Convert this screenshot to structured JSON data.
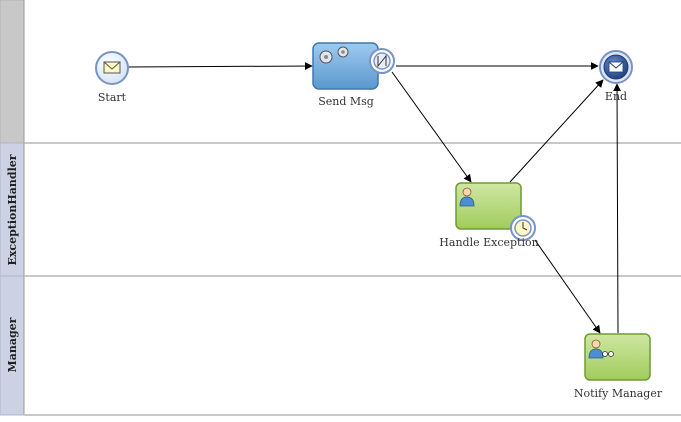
{
  "lanes": [
    {
      "id": "lane-1",
      "label": "",
      "color": "#c8c8c8"
    },
    {
      "id": "lane-2",
      "label": "ExceptionHandler",
      "color": "#ccd1e3"
    },
    {
      "id": "lane-3",
      "label": "Manager",
      "color": "#ccd1e3"
    }
  ],
  "nodes": [
    {
      "id": "start",
      "type": "start-event",
      "label": "Start",
      "icon": "envelope-icon"
    },
    {
      "id": "send-msg",
      "type": "service-task",
      "label": "Send Msg",
      "icon": "gears-icon",
      "boundary_icon": "error-icon"
    },
    {
      "id": "end",
      "type": "end-event",
      "label": "End",
      "icon": "envelope-filled-icon"
    },
    {
      "id": "handle-exception",
      "type": "user-task",
      "label": "Handle Exception",
      "icon": "user-icon",
      "boundary_icon": "clock-icon"
    },
    {
      "id": "notify-manager",
      "type": "user-task",
      "label": "Notify Manager",
      "icon": "user-review-icon"
    }
  ],
  "edges": [
    {
      "from": "start",
      "to": "send-msg"
    },
    {
      "from": "send-msg",
      "to": "end"
    },
    {
      "from": "send-msg",
      "to": "handle-exception"
    },
    {
      "from": "handle-exception",
      "to": "end"
    },
    {
      "from": "handle-exception",
      "to": "notify-manager"
    },
    {
      "from": "notify-manager",
      "to": "end"
    }
  ],
  "colors": {
    "service_task_fill": "#79b0dd",
    "user_task_fill": "#b3d67a",
    "event_stroke": "#7a93c7",
    "end_event_fill": "#2f4f8f"
  }
}
